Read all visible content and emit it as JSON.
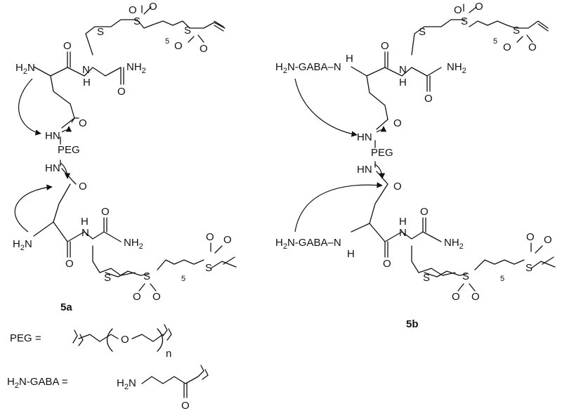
{
  "atoms": {
    "S": "S",
    "O": "O",
    "H": "H",
    "N": "N",
    "NH": "NH",
    "HN": "HN",
    "NH2": "NH",
    "H2N": "H",
    "two": "2",
    "five": "5",
    "n": "n",
    "PEG": "PEG",
    "GABA_prefix": "H",
    "GABA_suffix": "N-GABA",
    "GABA_tail": "N-GABA–N"
  },
  "compounds": {
    "a": "5a",
    "b": "5b"
  },
  "legend": {
    "peg_label": "PEG  =",
    "gaba_label_prefix": "H",
    "gaba_label_suffix": "N-GABA  ="
  }
}
